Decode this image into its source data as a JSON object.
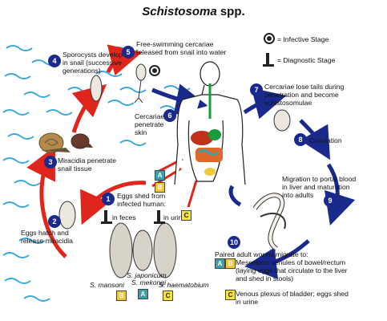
{
  "title": {
    "genus": "Schistosoma",
    "suffix": " spp."
  },
  "legend": {
    "infective": "= Infective Stage",
    "diagnostic": "= Diagnostic Stage",
    "infective_icon": "biohazard-icon",
    "diagnostic_icon": "microscope-icon"
  },
  "steps": {
    "s1": {
      "num": "1",
      "text": "Eggs shed from infected human:"
    },
    "s1_feces": "in feces",
    "s1_urine": "in urine",
    "s2": {
      "num": "2",
      "text": "Eggs hatch and release miracidia"
    },
    "s3": {
      "num": "3",
      "text": "Miracidia penetrate snail tissue"
    },
    "s4": {
      "num": "4",
      "text": "Sporocysts develop in snail (successive generations)"
    },
    "s5": {
      "num": "5",
      "text": "Free-swimming cercariae released from snail into water"
    },
    "s6": {
      "num": "6",
      "text": "Cercariae penetrate skin"
    },
    "s7": {
      "num": "7",
      "text": "Cercariae lose tails during penetration and become schistosomulae"
    },
    "s8": {
      "num": "8",
      "text": "Circulation"
    },
    "s9": {
      "num": "9",
      "text": "Migration to portal blood in liver and maturation into adults"
    },
    "s10": {
      "num": "10",
      "text": "Paired adult worms migrate to:"
    },
    "s10_ab": "Mesenteric venules of bowel/rectum (laying eggs that circulate to the liver and shed in stools)",
    "s10_c": "Venous plexus of bladder; eggs shed in urine"
  },
  "eggs": {
    "mansoni": "S. mansoni",
    "japonicum": "S. japonicum",
    "mekongi": "S. mekongi",
    "haematobium": "S. haematobium"
  },
  "badges": {
    "a": "A",
    "b": "B",
    "c": "C"
  },
  "colors": {
    "arrow_red": "#e0261c",
    "arrow_blue": "#1a2a8c",
    "water": "#3aa8e0",
    "accent": "#1a2a8c"
  }
}
